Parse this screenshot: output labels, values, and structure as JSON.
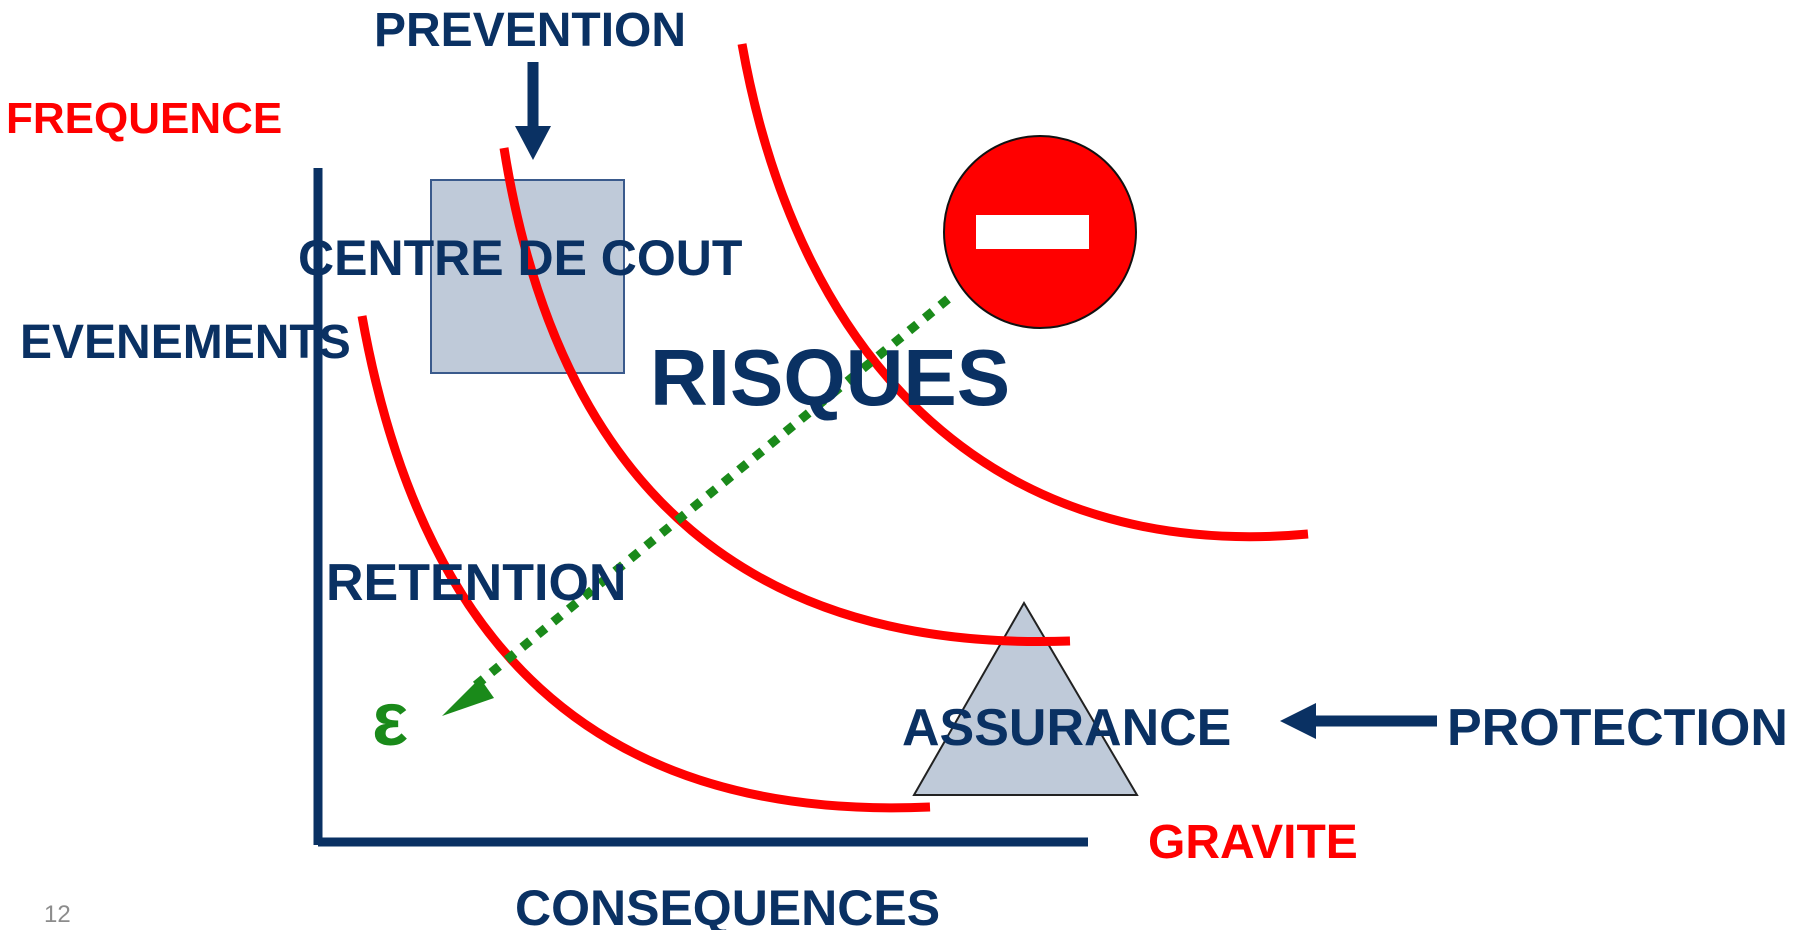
{
  "labels": {
    "prevention": "PREVENTION",
    "frequence": "FREQUENCE",
    "centre_de_cout": "CENTRE DE COUT",
    "evenements": "EVENEMENTS",
    "risques": "RISQUES",
    "retention": "RETENTION",
    "epsilon": "ε",
    "assurance": "ASSURANCE",
    "protection": "PROTECTION",
    "gravite": "GRAVITE",
    "consequences": "CONSEQUENCES"
  },
  "page_number": "12",
  "colors": {
    "navy": "#0a3163",
    "red": "#ff0000",
    "green": "#1a8a1a",
    "shape_fill": "#bfcad9",
    "shape_stroke": "#3a5a8c"
  },
  "icons": {
    "no_entry": "no-entry-icon"
  }
}
